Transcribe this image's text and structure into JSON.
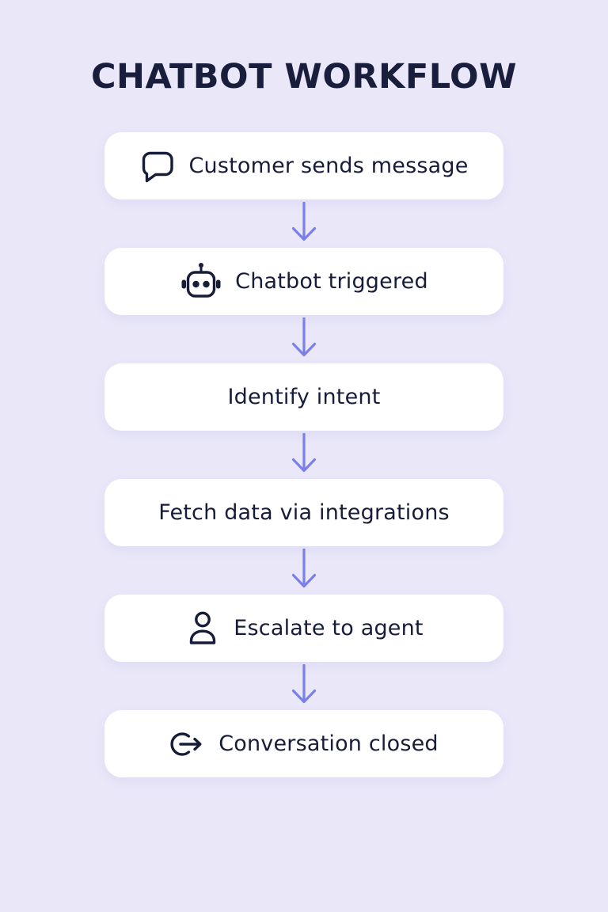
{
  "title": "CHATBOT WORKFLOW",
  "colors": {
    "background": "#e9e7f8",
    "card": "#ffffff",
    "text": "#171c38",
    "title": "#191e3c",
    "arrow": "#7b80e8"
  },
  "steps": [
    {
      "label": "Customer sends message",
      "icon": "chat-bubble-icon"
    },
    {
      "label": "Chatbot triggered",
      "icon": "robot-icon"
    },
    {
      "label": "Identify intent",
      "icon": null
    },
    {
      "label": "Fetch data via integrations",
      "icon": null
    },
    {
      "label": "Escalate to agent",
      "icon": "user-icon"
    },
    {
      "label": "Conversation closed",
      "icon": "logout-icon"
    }
  ],
  "connector": "down-arrow"
}
